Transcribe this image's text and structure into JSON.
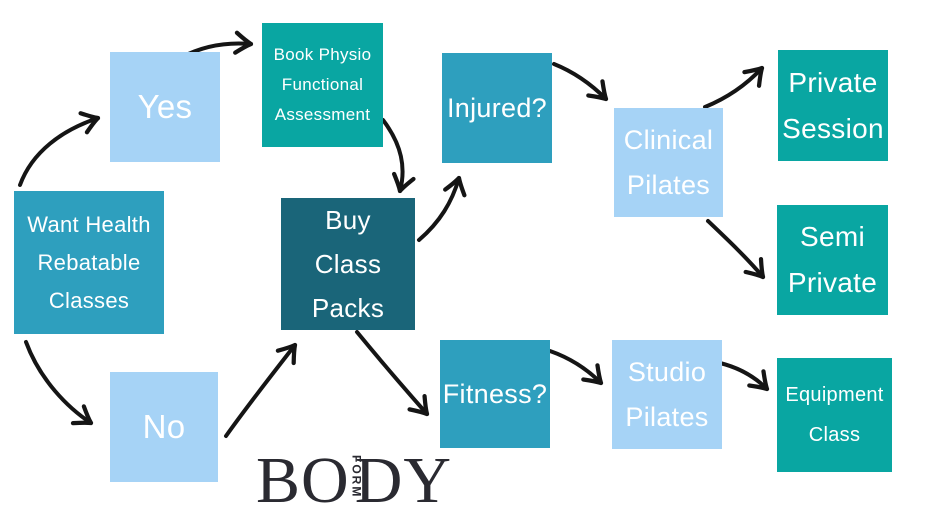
{
  "palette": {
    "teal_blue": "#2E9FBE",
    "light_blue": "#A6D3F6",
    "teal_green": "#09A6A2",
    "dark_teal": "#1A6579",
    "arrow_black": "#151515",
    "logo_ink": "#2A2A31",
    "text_white": "#FFFFFF"
  },
  "flowchart": {
    "nodes": {
      "want": {
        "label": "Want Health\nRebatable\nClasses",
        "tone": "teal_blue"
      },
      "yes": {
        "label": "Yes",
        "tone": "light_blue"
      },
      "no": {
        "label": "No",
        "tone": "light_blue"
      },
      "book": {
        "label": "Book Physio\nFunctional\nAssessment",
        "tone": "teal_green"
      },
      "buy": {
        "label": "Buy\nClass\nPacks",
        "tone": "dark_teal"
      },
      "injured": {
        "label": "Injured?",
        "tone": "teal_blue"
      },
      "fitness": {
        "label": "Fitness?",
        "tone": "teal_blue"
      },
      "clinical": {
        "label": "Clinical\nPilates",
        "tone": "light_blue"
      },
      "studio": {
        "label": "Studio\nPilates",
        "tone": "light_blue"
      },
      "private": {
        "label": "Private\nSession",
        "tone": "teal_green"
      },
      "semi": {
        "label": "Semi\nPrivate",
        "tone": "teal_green"
      },
      "equipment": {
        "label": "Equipment\nClass",
        "tone": "teal_green"
      }
    },
    "edges": [
      {
        "from": "want",
        "to": "yes"
      },
      {
        "from": "want",
        "to": "no"
      },
      {
        "from": "yes",
        "to": "book"
      },
      {
        "from": "book",
        "to": "buy"
      },
      {
        "from": "no",
        "to": "buy"
      },
      {
        "from": "buy",
        "to": "injured"
      },
      {
        "from": "buy",
        "to": "fitness"
      },
      {
        "from": "injured",
        "to": "clinical"
      },
      {
        "from": "clinical",
        "to": "private"
      },
      {
        "from": "clinical",
        "to": "semi"
      },
      {
        "from": "fitness",
        "to": "studio"
      },
      {
        "from": "studio",
        "to": "equipment"
      }
    ]
  },
  "logo": {
    "bo": "BO",
    "form": "FORM",
    "dy": "DY"
  }
}
